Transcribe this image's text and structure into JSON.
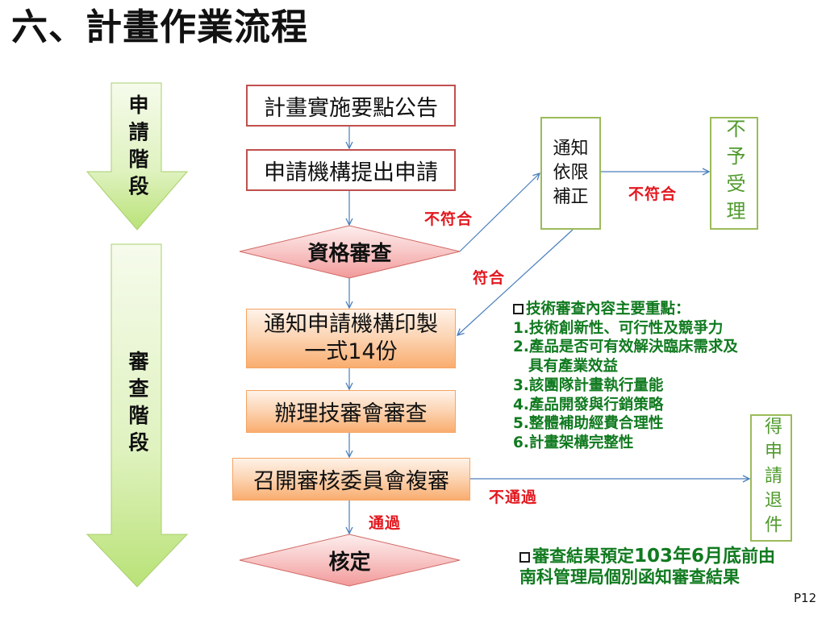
{
  "title": "六、計畫作業流程",
  "phases": {
    "apply": "申請階段",
    "review": "審查階段"
  },
  "flow": {
    "announce": "計畫實施要點公告",
    "submit": "申請機構提出申請",
    "eligibility_check": "資格審查",
    "print_notice": [
      "通知申請機構印製",
      "一式14份"
    ],
    "tech_review": "辦理技審會審查",
    "committee_review": "召開審核委員會複審",
    "approval": "核定"
  },
  "side_boxes": {
    "supplement": [
      "通知",
      "依限",
      "補正"
    ],
    "reject": "不予受理",
    "withdraw": "得申請退件"
  },
  "edge_labels": {
    "eligibility_fail": "不符合",
    "eligibility_pass": "符合",
    "supplement_fail": "不符合",
    "committee_fail": "不通過",
    "committee_pass": "通過"
  },
  "review_points": {
    "heading": "技術審查內容主要重點：",
    "lines": [
      "1.技術創新性、可行性及競爭力",
      "2.產品是否可有效解決臨床需求及",
      "具有產業效益",
      "3.該團隊計畫執行量能",
      "4.產品開發與行銷策略",
      "5.整體補助經費合理性",
      "6.計畫架構完整性"
    ]
  },
  "result_note": {
    "prefix": "審查結果預定",
    "date": "103年6月底",
    "suffix": "前由",
    "line2": "南科管理局個別函知審查結果"
  },
  "page_number": "P12",
  "colors": {
    "connector": "#4a7ebb",
    "edge_label_red": "#e3181f",
    "note_green": "#107a1f",
    "side_text_green": "#4f9a2c",
    "start_box_border": "#c0504d",
    "side_box_border": "#9bbb59",
    "orange_box_border": "#f6a463"
  }
}
